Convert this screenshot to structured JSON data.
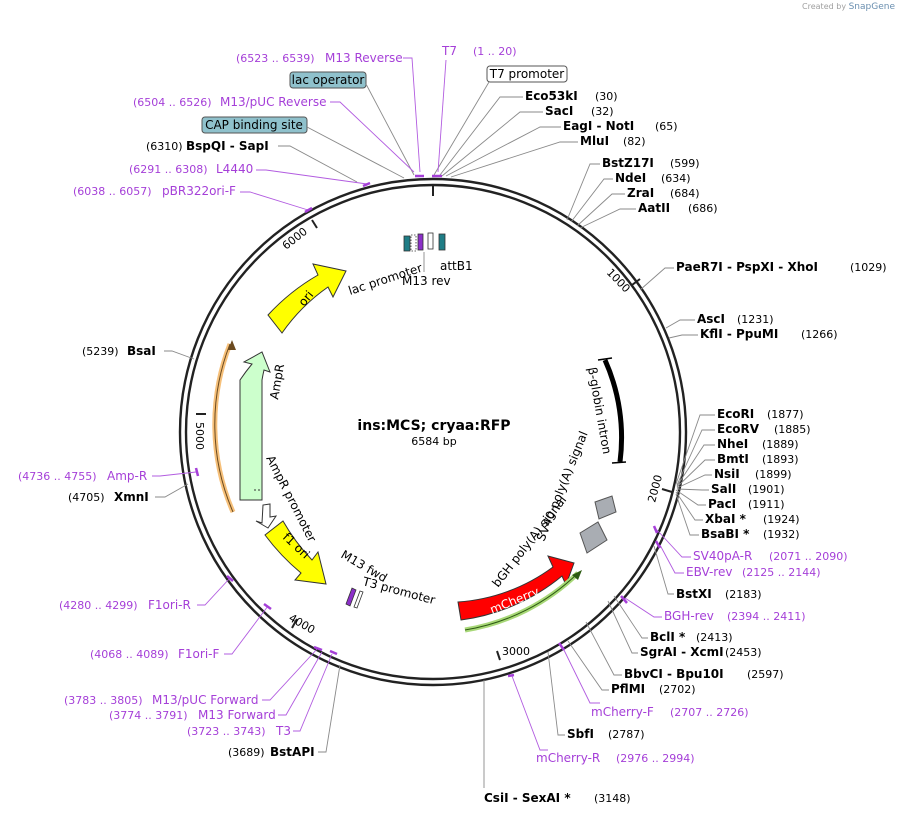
{
  "credit": {
    "text": "Created by",
    "brand": "SnapGene"
  },
  "map": {
    "name": "ins:MCS; cryaa:RFP",
    "length_text": "6584 bp",
    "length": 6584
  },
  "ticks": [
    "1000",
    "2000",
    "3000",
    "4000",
    "5000",
    "6000"
  ],
  "boxed_labels": [
    {
      "id": "t7-promoter-box",
      "text": "T7 promoter",
      "fill": "#ffffff"
    },
    {
      "id": "lac-operator-box",
      "text": "lac operator",
      "fill": "#8fc1cc"
    },
    {
      "id": "cap-binding-box",
      "text": "CAP binding site",
      "fill": "#8fc1cc"
    }
  ],
  "sites": [
    {
      "name": "Eco53kI",
      "pos": "(30)"
    },
    {
      "name": "SacI",
      "pos": "(32)"
    },
    {
      "name": "EagI  -  NotI",
      "pos": "(65)"
    },
    {
      "name": "MluI",
      "pos": "(82)"
    },
    {
      "name": "BstZ17I",
      "pos": "(599)"
    },
    {
      "name": "NdeI",
      "pos": "(634)"
    },
    {
      "name": "ZraI",
      "pos": "(684)"
    },
    {
      "name": "AatII",
      "pos": "(686)"
    },
    {
      "name": "PaeR7I  -  PspXI  -  XhoI",
      "pos": "(1029)"
    },
    {
      "name": "AscI",
      "pos": "(1231)"
    },
    {
      "name": "KflI  -  PpuMI",
      "pos": "(1266)"
    },
    {
      "name": "EcoRI",
      "pos": "(1877)"
    },
    {
      "name": "EcoRV",
      "pos": "(1885)"
    },
    {
      "name": "NheI",
      "pos": "(1889)"
    },
    {
      "name": "BmtI",
      "pos": "(1893)"
    },
    {
      "name": "NsiI",
      "pos": "(1899)"
    },
    {
      "name": "SalI",
      "pos": "(1901)"
    },
    {
      "name": "PacI",
      "pos": "(1911)"
    },
    {
      "name": "XbaI *",
      "pos": "(1924)"
    },
    {
      "name": "BsaBI *",
      "pos": "(1932)"
    },
    {
      "name": "BstXI",
      "pos": "(2183)"
    },
    {
      "name": "BclI *",
      "pos": "(2413)"
    },
    {
      "name": "SgrAI  -  XcmI",
      "pos": "(2453)"
    },
    {
      "name": "BbvCI  -  Bpu10I",
      "pos": "(2597)"
    },
    {
      "name": "PflMI",
      "pos": "(2702)"
    },
    {
      "name": "SbfI",
      "pos": "(2787)"
    },
    {
      "name": "CsiI  -  SexAI *",
      "pos": "(3148)"
    },
    {
      "name": "BstAPI",
      "pos": "(3689)"
    },
    {
      "name": "XmnI",
      "pos": "(4705)"
    },
    {
      "name": "BsaI",
      "pos": "(5239)"
    },
    {
      "name": "BspQI  -  SapI",
      "pos": "(6310)"
    }
  ],
  "primers": [
    {
      "name": "T7",
      "pos": "(1 .. 20)"
    },
    {
      "name": "M13 Reverse",
      "pos": "(6523 .. 6539)"
    },
    {
      "name": "M13/pUC Reverse",
      "pos": "(6504 .. 6526)"
    },
    {
      "name": "L4440",
      "pos": "(6291 .. 6308)"
    },
    {
      "name": "pBR322ori-F",
      "pos": "(6038 .. 6057)"
    },
    {
      "name": "SV40pA-R",
      "pos": "(2071 .. 2090)"
    },
    {
      "name": "EBV-rev",
      "pos": "(2125 .. 2144)"
    },
    {
      "name": "BGH-rev",
      "pos": "(2394 .. 2411)"
    },
    {
      "name": "mCherry-F",
      "pos": "(2707 .. 2726)"
    },
    {
      "name": "mCherry-R",
      "pos": "(2976 .. 2994)"
    },
    {
      "name": "Amp-R",
      "pos": "(4736 .. 4755)"
    },
    {
      "name": "F1ori-R",
      "pos": "(4280 .. 4299)"
    },
    {
      "name": "F1ori-F",
      "pos": "(4068 .. 4089)"
    },
    {
      "name": "M13/pUC Forward",
      "pos": "(3783 .. 3805)"
    },
    {
      "name": "M13 Forward",
      "pos": "(3774 .. 3791)"
    },
    {
      "name": "T3",
      "pos": "(3723 .. 3743)"
    }
  ],
  "features": {
    "ori": "ori",
    "ampr": "AmpR",
    "ampr_promoter": "AmpR promoter",
    "f1_ori": "f1 ori",
    "m13_fwd": "M13 fwd",
    "t3_promoter": "T3 promoter",
    "lac_promoter": "lac promoter",
    "m13_rev": "M13 rev",
    "attb1": "attB1",
    "b_globin_intron": "β-globin intron",
    "sv40_polya": "SV40 poly(A) signal",
    "bgh_polya": "bGH poly(A) signal",
    "mcherry": "mCherry"
  },
  "colors": {
    "backbone": "#222222",
    "ori": "#ffff00",
    "ampr": "#ccffcc",
    "f1_ori": "#ffff00",
    "mcherry": "#ff0000",
    "polya": "#a9adb3",
    "primer": "#a53fd8",
    "orange_bar": "#f6c07a",
    "green_bar": "#a8d878"
  }
}
